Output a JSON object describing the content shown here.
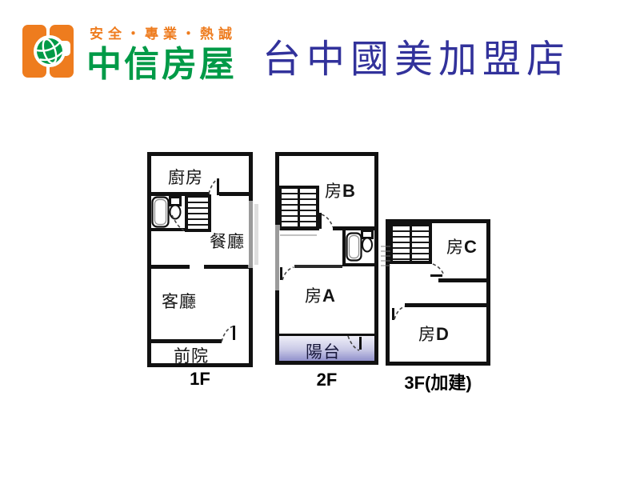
{
  "header": {
    "slogan": "安全・專業・熱誠",
    "brand": "中信房屋",
    "store_title": "台中國美加盟店"
  },
  "colors": {
    "brand_orange": "#ee7c1e",
    "brand_green": "#009a47",
    "title_navy": "#32329b",
    "wall_black": "#111111",
    "balcony_mid": "#c9c9e6",
    "balcony_bottom": "#9191cb"
  },
  "floorplan": {
    "floor1": {
      "label": "1F",
      "rooms": {
        "kitchen": "廚房",
        "dining": "餐廳",
        "living": "客廳",
        "front_yard": "前院"
      }
    },
    "floor2": {
      "label": "2F",
      "rooms": {
        "room_b": {
          "han": "房",
          "letter": "B"
        },
        "room_a": {
          "han": "房",
          "letter": "A"
        },
        "balcony": "陽台"
      }
    },
    "floor3": {
      "label": "3F(加建)",
      "rooms": {
        "room_c": {
          "han": "房",
          "letter": "C"
        },
        "room_d": {
          "han": "房",
          "letter": "D"
        }
      }
    }
  }
}
